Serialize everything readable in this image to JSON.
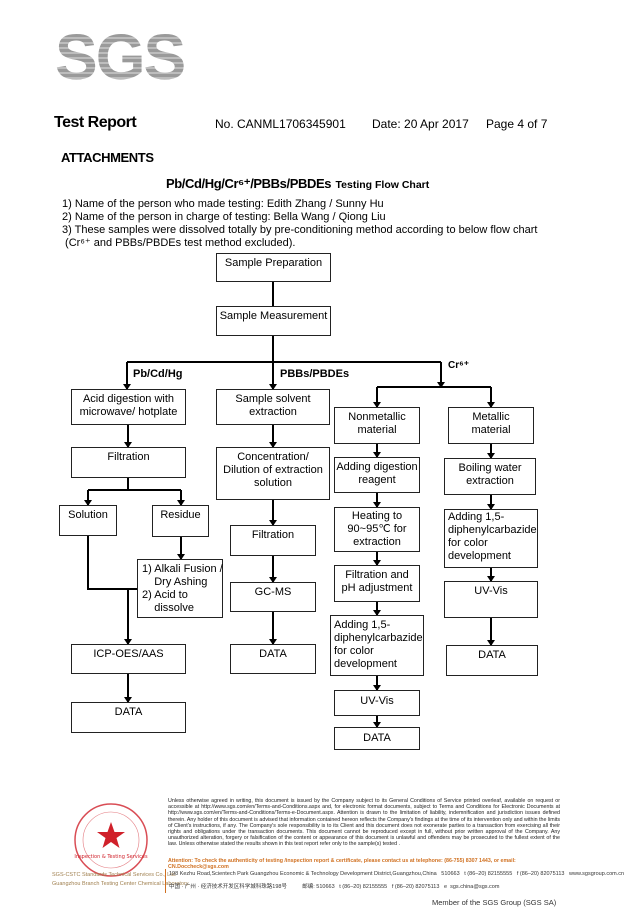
{
  "logo": {
    "text": "SGS"
  },
  "header": {
    "title": "Test Report",
    "report_no": "No. CANML1706345901",
    "date": "Date: 20 Apr 2017",
    "page": "Page 4 of 7"
  },
  "section": "ATTACHMENTS",
  "flow_title": {
    "main": "Pb/Cd/Hg/Cr⁶⁺/PBBs/PBDEs",
    "sub": "Testing Flow Chart"
  },
  "notes": [
    "1) Name of the person who made testing: Edith Zhang / Sunny Hu",
    "2) Name of the person in charge of testing: Bella Wang / Qiong Liu",
    "3) These samples were dissolved totally by pre-conditioning method according to below flow chart",
    " (Cr⁶⁺ and PBBs/PBDEs test method excluded)."
  ],
  "flow": {
    "branches": {
      "pb": "Pb/Cd/Hg",
      "pbb": "PBBs/PBDEs",
      "cr": "Cr⁶⁺"
    },
    "sample_preparation": "Sample Preparation",
    "sample_measurement": "Sample Measurement",
    "pb_col": [
      "Acid digestion with\nmicrowave/ hotplate",
      "Filtration",
      "Solution",
      "Residue",
      "1) Alkali Fusion /\n    Dry Ashing\n2) Acid to\n    dissolve",
      "ICP-OES/AAS",
      "DATA"
    ],
    "pbb_col": [
      "Sample solvent\nextraction",
      "Concentration/\nDilution of extraction\nsolution",
      "Filtration",
      "GC-MS",
      "DATA"
    ],
    "cr_nonmetal": [
      "Nonmetallic\nmaterial",
      "Adding digestion\nreagent",
      "Heating to\n90~95℃ for\nextraction",
      "Filtration and\npH adjustment",
      "Adding 1,5-\ndiphenylcarbazide\nfor color\ndevelopment",
      "UV-Vis",
      "DATA"
    ],
    "cr_metal": [
      "Metallic\nmaterial",
      "Boiling water\nextraction",
      "Adding 1,5-\ndiphenylcarbazide\nfor color\ndevelopment",
      "UV-Vis",
      "DATA"
    ]
  },
  "footer": {
    "stamp_text": "检验检测专用章 Inspection & Testing Services",
    "lab_name": [
      "SGS-CSTC Standards Technical Services Co., Ltd.",
      "Guangzhou Branch Testing Center Chemical Laboratory."
    ],
    "legal": "Unless otherwise agreed in writing, this document is issued by the Company subject to its General Conditions of Service printed overleaf, available on request or accessible at http://www.sgs.com/en/Terms-and-Conditions.aspx and, for electronic format documents, subject to Terms and Conditions for Electronic Documents at http://www.sgs.com/en/Terms-and-Conditions/Terms-e-Document.aspx. Attention is drawn to the limitation of liability, indemnification and jurisdiction issues defined therein. Any holder of this document is advised that information contained hereon reflects the Company's findings at the time of its intervention only and within the limits of Client's instructions, if any. The Company's sole responsibility is to its Client and this document does not exonerate parties to a transaction from exercising all their rights and obligations under the transaction documents. This document cannot be reproduced except in full, without prior written approval of the Company. Any unauthorized alteration, forgery or falsification of the content or appearance of this document is unlawful and offenders may be prosecuted to the fullest extent of the law. Unless otherwise stated the results shown in this test report refer only to the sample(s) tested .",
    "attention": "Attention: To check the authenticity of testing /inspection report & certificate, please contact us at telephone: (86-755) 8307 1443, or email: CN.Doccheck@sgs.com",
    "addr_en": "198 Kezhu Road,Scientech Park Guangzhou Economic & Technology Development District,Guangzhou,China   510663   t (86–20) 82155555   f (86–20) 82075113   www.sgsgroup.com.cn",
    "addr_cn": "中国 · 广州 · 经济技术开发区科学城科珠路198号          邮编: 510663   t (86–20) 82155555   f (86–20) 82075113   e  sgs.china@sgs.com",
    "member": "Member of the SGS Group (SGS SA)"
  },
  "colors": {
    "logo": "#9a9a9a",
    "stamp": "#d0202a",
    "attention": "#d07020"
  }
}
